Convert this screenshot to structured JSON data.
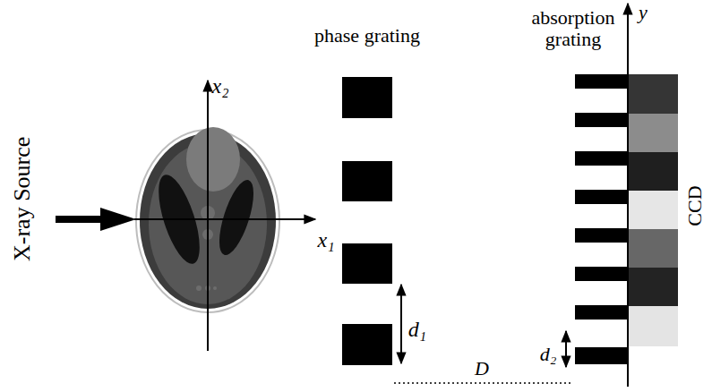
{
  "diagram": {
    "labels": [
      "X-ray Source",
      "x₂",
      "x₁",
      "phase grating",
      "absorption grating",
      "y",
      "d₁",
      "D",
      "d₂",
      "CCD"
    ]
  }
}
